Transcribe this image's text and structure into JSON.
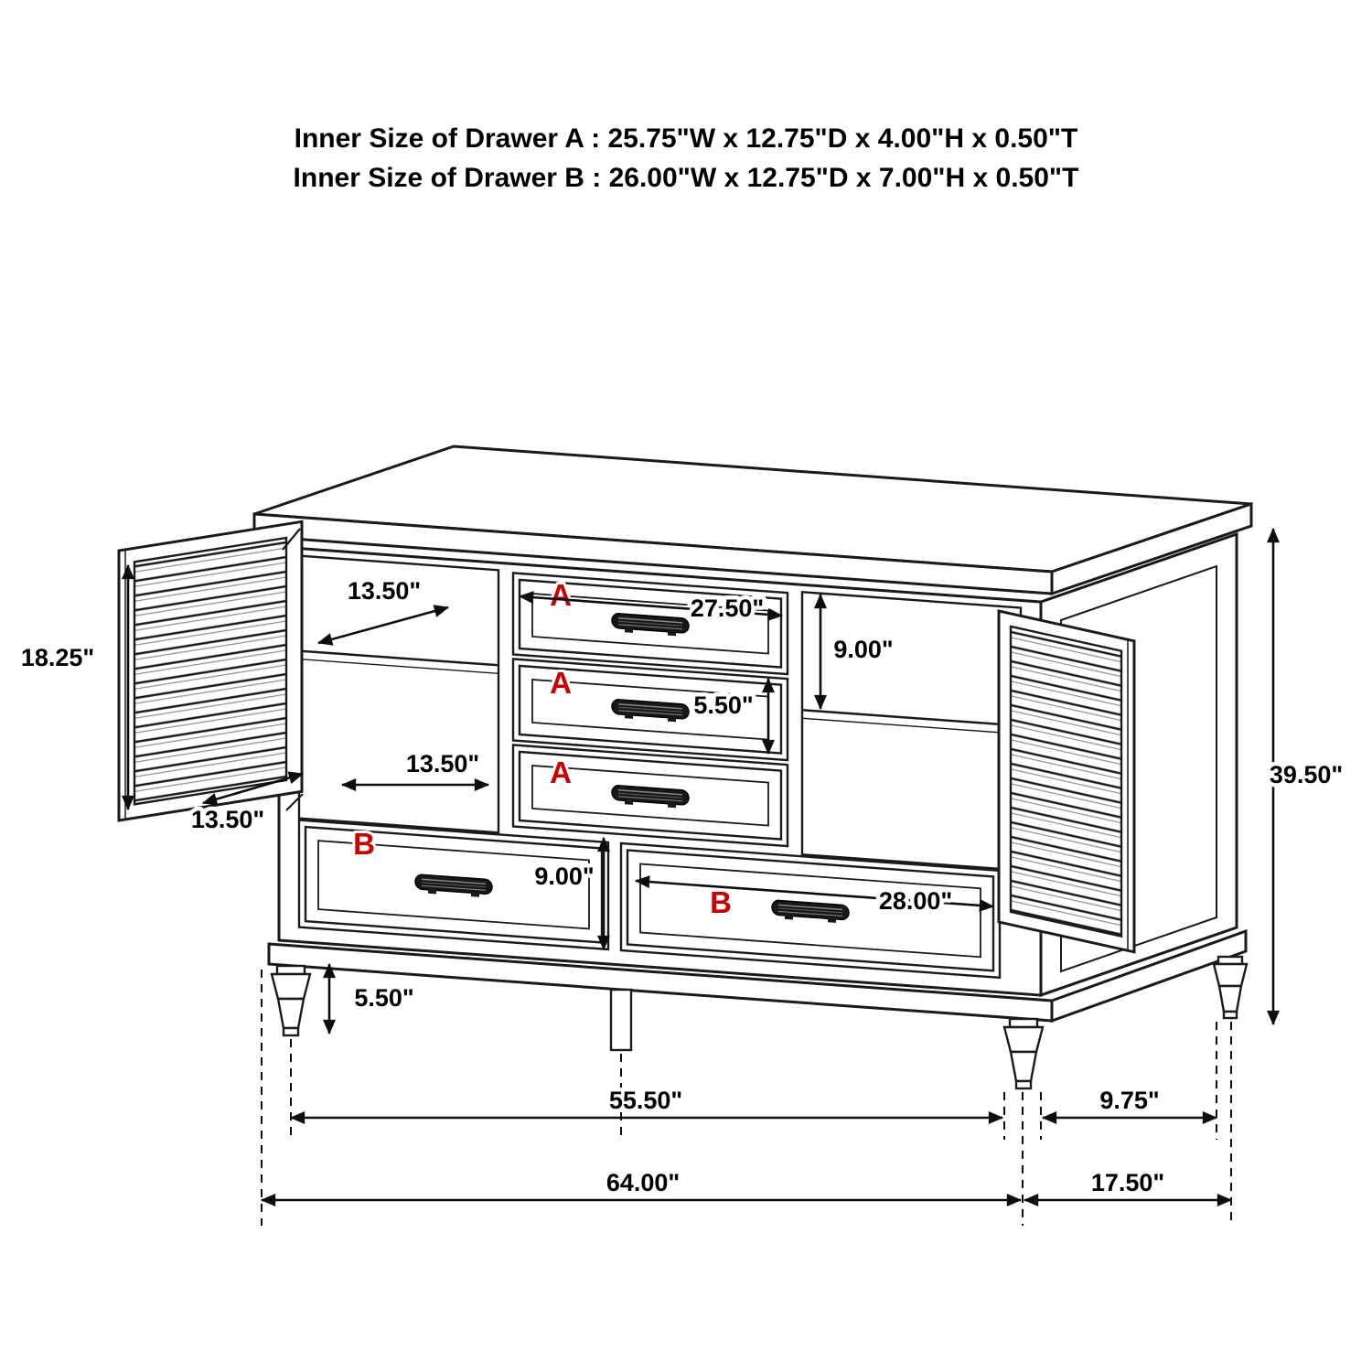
{
  "header": {
    "line1": "Inner Size of Drawer A : 25.75\"W x 12.75\"D x 4.00\"H x 0.50\"T",
    "line2": "Inner Size of Drawer B : 26.00\"W x 12.75\"D x 7.00\"H x 0.50\"T"
  },
  "letters": {
    "a": "A",
    "b": "B"
  },
  "dimensions": {
    "shelf_depth_top": "13.50\"",
    "door_height": "18.25\"",
    "door_width": "13.50\"",
    "compartment_width": "13.50\"",
    "drawer_a_width": "27.50\"",
    "right_compartment_height": "9.00\"",
    "drawer_a_height": "5.50\"",
    "total_height": "39.50\"",
    "drawer_b_height": "9.00\"",
    "drawer_b_width": "28.00\"",
    "foot_height": "5.50\"",
    "feet_span_width": "55.50\"",
    "feet_span_depth": "9.75\"",
    "total_width": "64.00\"",
    "total_depth": "17.50\""
  },
  "colors": {
    "line": "#1a1a1a",
    "dimension_text": "#000000",
    "drawer_letter": "#cc0000",
    "background": "#ffffff"
  }
}
